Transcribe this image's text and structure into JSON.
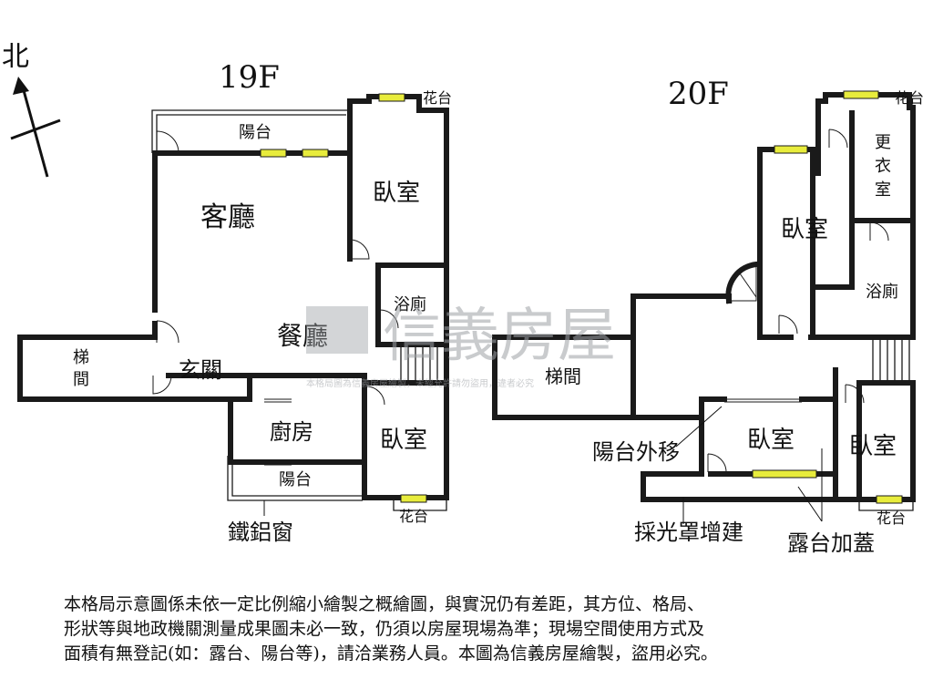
{
  "compass": {
    "label": "北",
    "icon": "north-arrow-icon"
  },
  "floor_19": {
    "title": "19F",
    "rooms": {
      "balcony_top": "陽台",
      "living_room": "客廳",
      "bedroom_ne": "臥室",
      "bathroom": "浴廁",
      "dining_room": "餐廳",
      "stairwell": "梯\n間",
      "entrance": "玄關",
      "kitchen": "廚房",
      "bedroom_se": "臥室",
      "balcony_bottom": "陽台",
      "planter_top": "花台",
      "planter_bottom": "花台"
    },
    "annotation_window": "鐵鋁窗"
  },
  "floor_20": {
    "title": "20F",
    "rooms": {
      "planter_top": "花台",
      "dressing_room": "更\n衣\n室",
      "bedroom_n": "臥室",
      "bathroom": "浴廁",
      "stairwell": "梯間",
      "bedroom_s": "臥室",
      "bedroom_se": "臥室",
      "planter_bottom": "花台"
    },
    "annotations": {
      "balcony_moved": "陽台外移",
      "skylight_addition": "採光罩增建",
      "terrace_roof": "露台加蓋"
    }
  },
  "watermark": {
    "brand": "信義房屋",
    "copyright_line": "本格局圖為信義房屋繪製，未經允許請勿盜用，違者必究"
  },
  "notice": {
    "lines": [
      "本格局示意圖係未依一定比例縮小繪製之概繪圖，與實況仍有差距，其方位、格局、",
      "形狀等與地政機關測量成果圖未必一致，仍須以房屋現場為準；現場空間使用方式及",
      "面積有無登記(如：露台、陽台等)，請洽業務人員。本圖為信義房屋繪製，盜用必究。"
    ]
  },
  "colors": {
    "window_fill": "#e8ec3c",
    "wall": "#1a1a1a",
    "watermark": "#9ea1a6"
  }
}
